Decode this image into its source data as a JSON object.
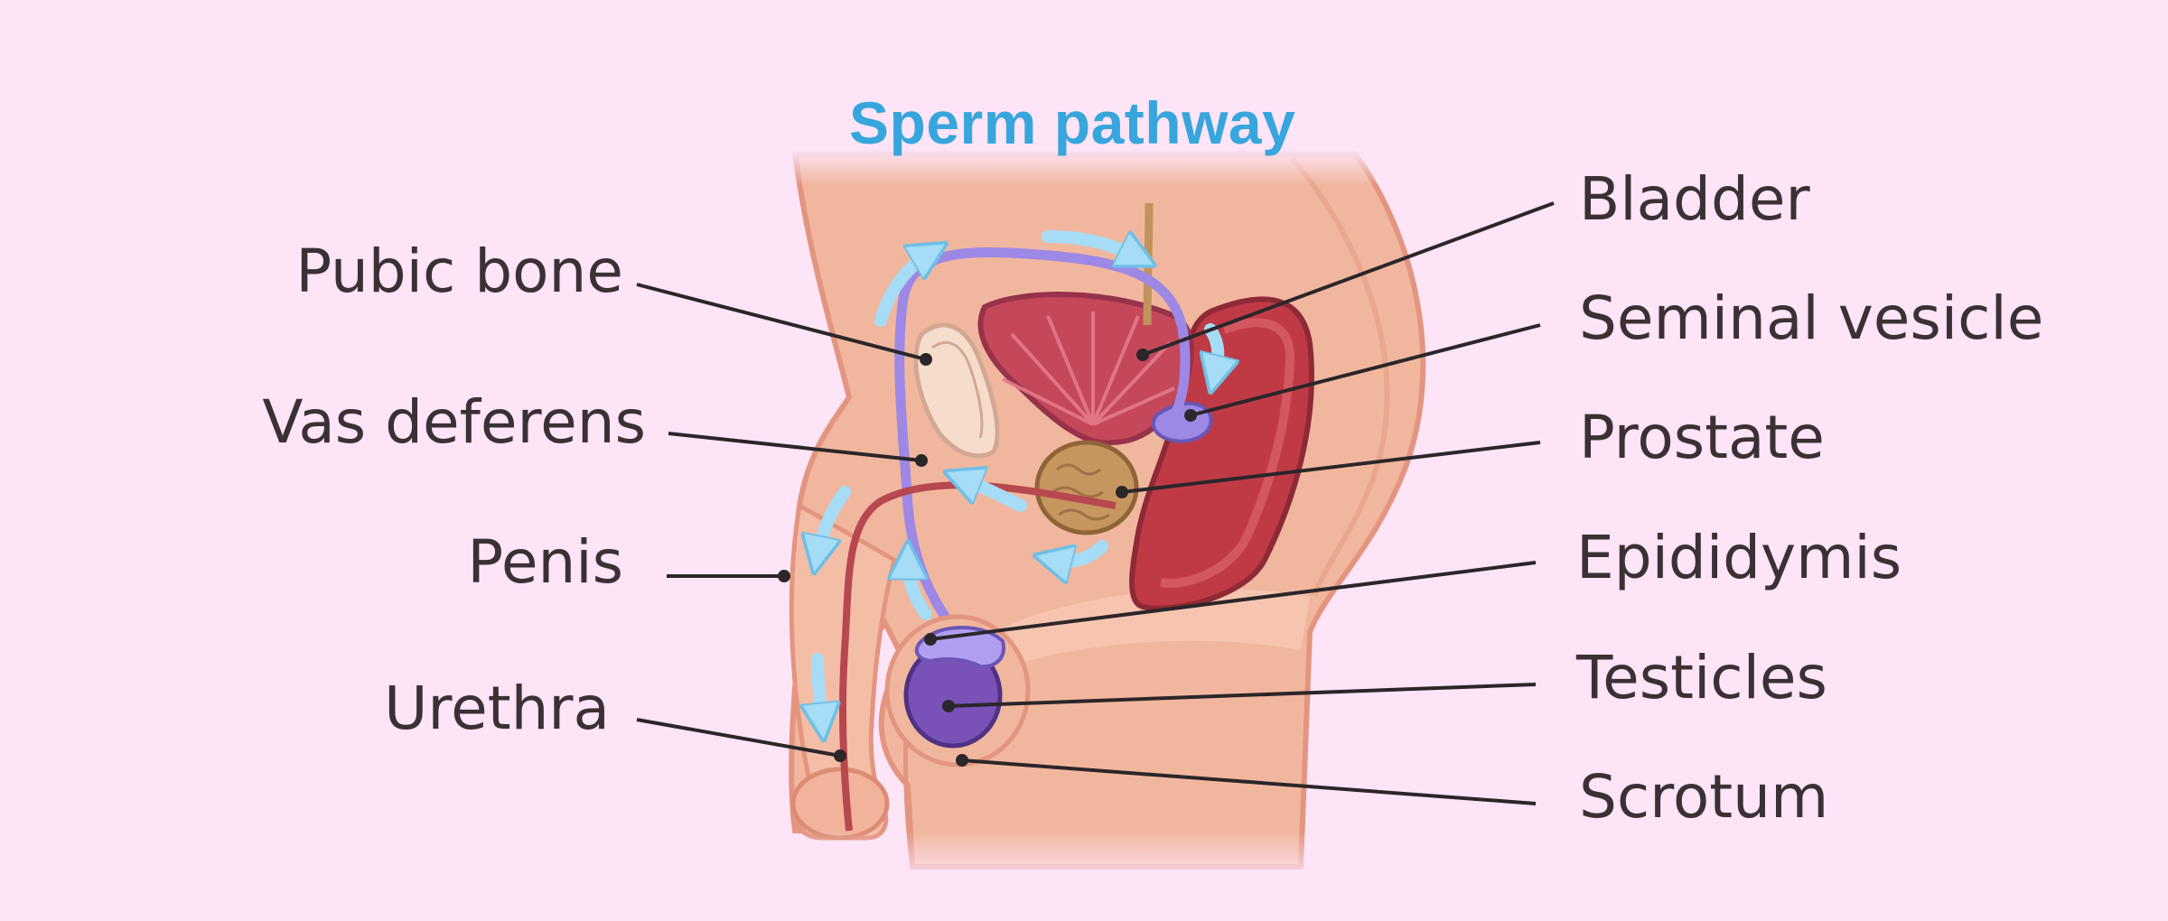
{
  "title": "Sperm pathway",
  "labels": {
    "pubic_bone": "Pubic bone",
    "vas_deferens": "Vas deferens",
    "penis": "Penis",
    "urethra": "Urethra",
    "bladder": "Bladder",
    "seminal_vesicle": "Seminal vesicle",
    "prostate": "Prostate",
    "epididymis": "Epididymis",
    "testicles": "Testicles",
    "scrotum": "Scrotum"
  },
  "colors": {
    "background": "#fde4f7",
    "title": "#37a6dc",
    "skin": "#f1b79e",
    "bladder": "#c4485a",
    "vas_deferens": "#9d88e6",
    "testicle": "#7a52b7",
    "prostate": "#c6965f",
    "rectum": "#c03a45",
    "arrow": "#a6dcf6",
    "leader_line": "#2b2629"
  }
}
